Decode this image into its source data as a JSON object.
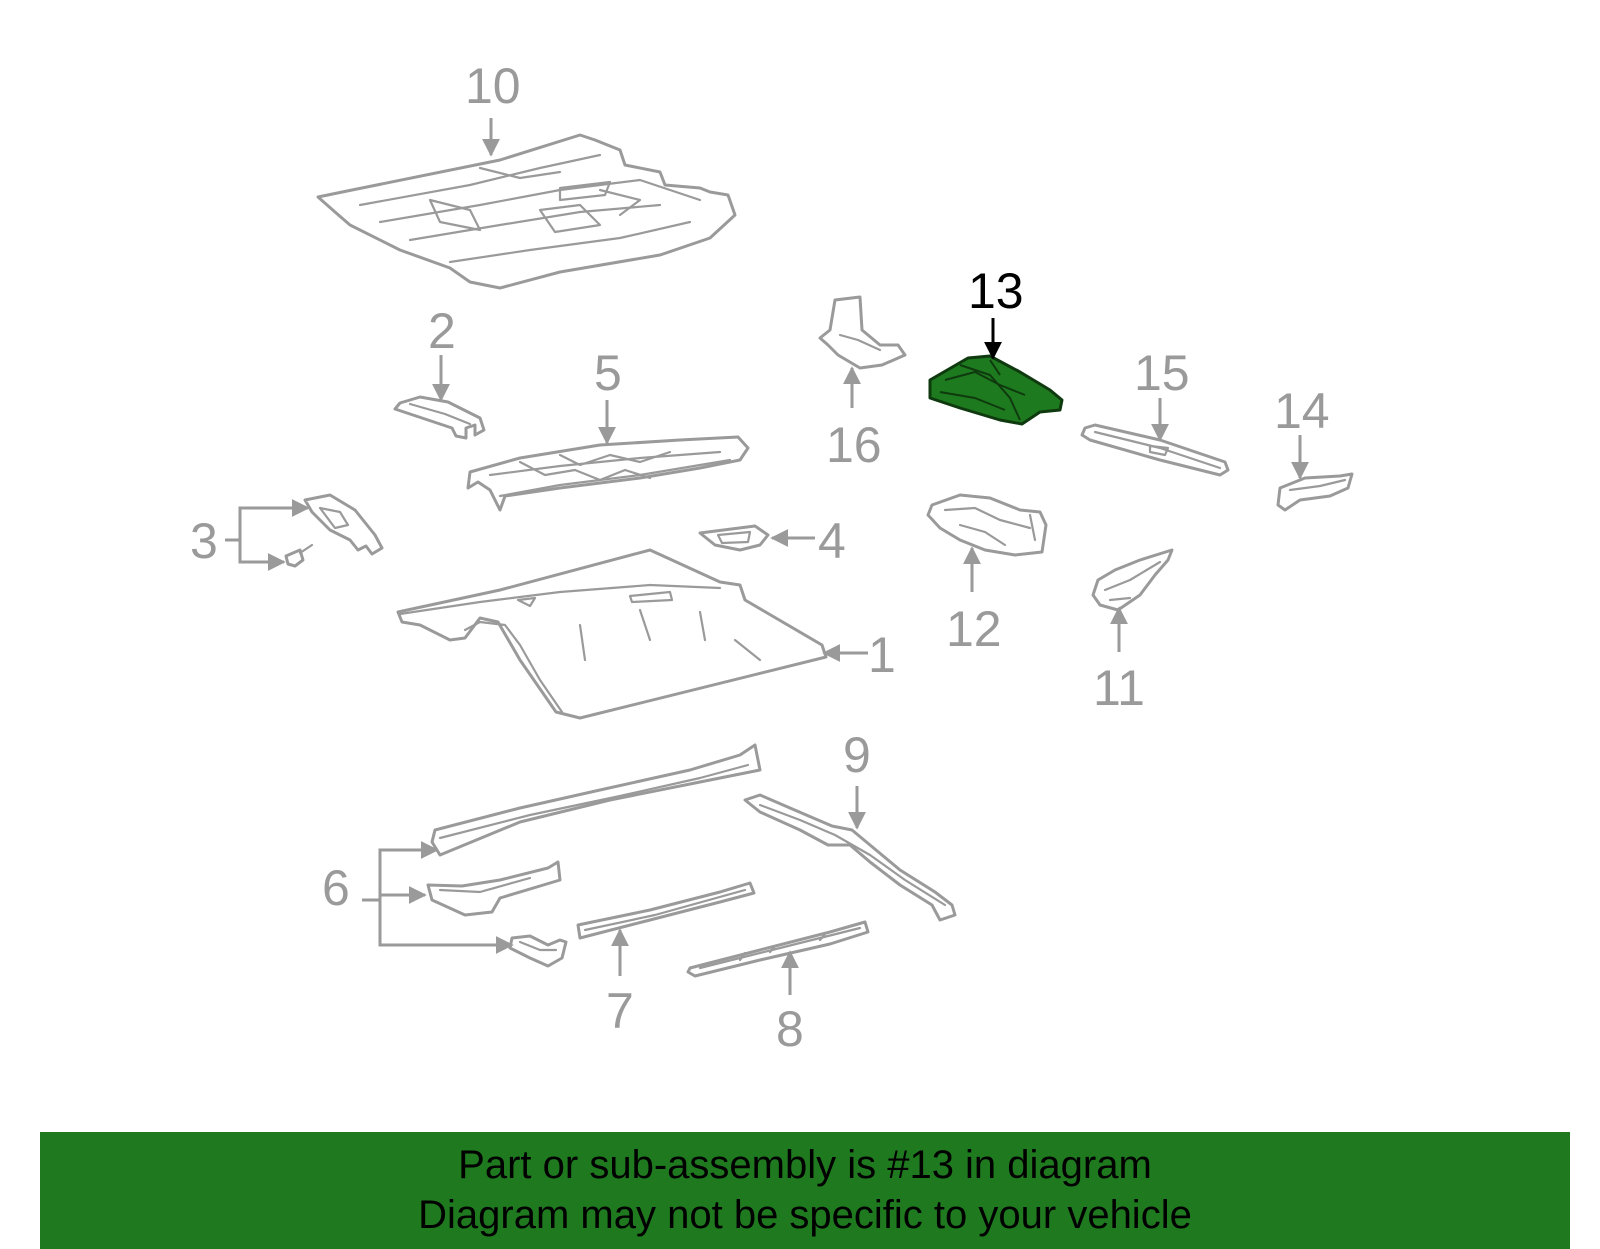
{
  "diagram": {
    "callouts": [
      "1",
      "2",
      "3",
      "4",
      "5",
      "6",
      "7",
      "8",
      "9",
      "10",
      "11",
      "12",
      "13",
      "14",
      "15",
      "16"
    ],
    "highlighted_part": "13",
    "colors": {
      "part_outline": "#9a9a9a",
      "highlight_fill": "#1e7a1e",
      "highlight_label": "#000000",
      "banner_background": "#1f7a1f"
    }
  },
  "banner": {
    "line1": "Part or sub-assembly is #13 in diagram",
    "line2": "Diagram may not be specific to your vehicle"
  }
}
